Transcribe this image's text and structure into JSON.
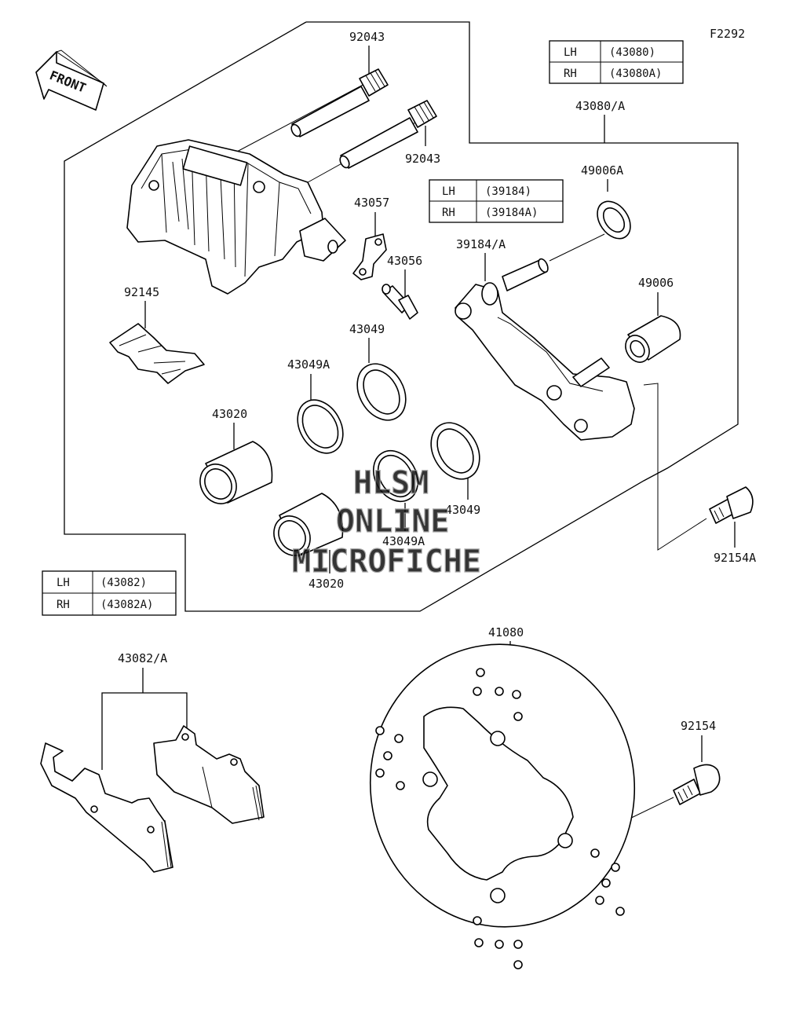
{
  "diagram_code": "F2292",
  "front_label": "FRONT",
  "watermark": [
    "HLSM",
    "ONLINE",
    "MICROFICHE"
  ],
  "tables": {
    "caliper_assy": {
      "rows": [
        {
          "side": "LH",
          "code": "(43080)"
        },
        {
          "side": "RH",
          "code": "(43080A)"
        }
      ]
    },
    "holder": {
      "rows": [
        {
          "side": "LH",
          "code": "(39184)"
        },
        {
          "side": "RH",
          "code": "(39184A)"
        }
      ]
    },
    "pad_assy": {
      "rows": [
        {
          "side": "LH",
          "code": "(43082)"
        },
        {
          "side": "RH",
          "code": "(43082A)"
        }
      ]
    }
  },
  "callouts": {
    "pin_top": "92043",
    "pin_lower": "92043",
    "caliper_assy": "43080/A",
    "seal_49006a": "49006A",
    "part_43057": "43057",
    "holder": "39184/A",
    "bleeder": "43056",
    "boot_49006": "49006",
    "spring": "92145",
    "seal_43049_upper": "43049",
    "seal_43049a_left": "43049A",
    "piston_upper": "43020",
    "seal_43049_right": "43049",
    "seal_43049a_lower": "43049A",
    "piston_lower": "43020",
    "bolt_92154a": "92154A",
    "pads": "43082/A",
    "disc": "41080",
    "bolt_92154": "92154"
  }
}
